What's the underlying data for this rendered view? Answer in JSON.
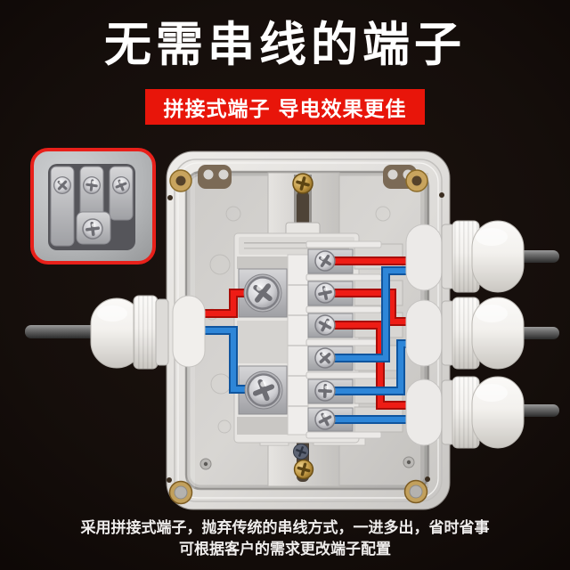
{
  "header": {
    "title": "无需串线的端子",
    "banner": "拼接式端子 导电效果更佳"
  },
  "footer": {
    "line1": "采用拼接式端子，抛弃传统的串线方式，一进多出，省时省事",
    "line2": "可根据客户的需求更改端子配置"
  },
  "colors": {
    "background": "#120c09",
    "banner_red": "#e8150a",
    "inset_border_red": "#e8201a",
    "wire_red": "#ee1c15",
    "wire_red_dark": "#a80d07",
    "wire_blue": "#2e86d8",
    "wire_blue_dark": "#10559e",
    "text_white": "#ffffff"
  }
}
